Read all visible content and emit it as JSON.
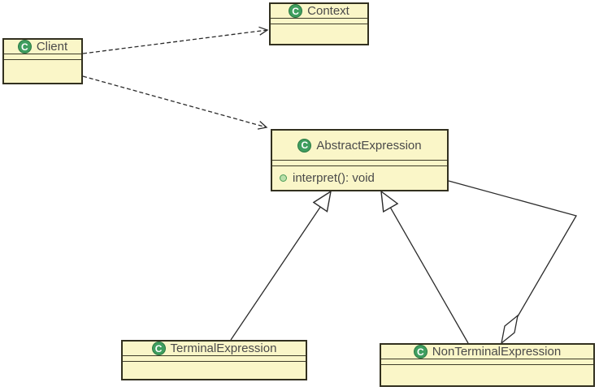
{
  "colors": {
    "canvas_bg": "#ffffff",
    "class_fill": "#faf6c8",
    "class_border": "#32301f",
    "compartment_line": "#3d3b28",
    "title_text": "#4a4a4a",
    "line_color": "#2b2b2b",
    "icon_green": "#3f9e5f",
    "icon_letter_color": "#ffffff",
    "method_icon_fill": "#badfa9",
    "method_icon_border": "#4a9b57"
  },
  "icons": {
    "class_letter": "C"
  },
  "classes": {
    "client": {
      "name": "Client"
    },
    "context": {
      "name": "Context"
    },
    "abstract_expression": {
      "name": "AbstractExpression",
      "methods": [
        {
          "label": "interpret(): void",
          "visibility": "public"
        }
      ]
    },
    "terminal_expression": {
      "name": "TerminalExpression"
    },
    "non_terminal_expression": {
      "name": "NonTerminalExpression"
    }
  },
  "relationships": [
    {
      "from": "Client",
      "to": "Context",
      "type": "dependency",
      "line": "dashed-open-arrow"
    },
    {
      "from": "Client",
      "to": "AbstractExpression",
      "type": "dependency",
      "line": "dashed-open-arrow"
    },
    {
      "from": "TerminalExpression",
      "to": "AbstractExpression",
      "type": "generalization",
      "line": "solid-hollow-triangle"
    },
    {
      "from": "NonTerminalExpression",
      "to": "AbstractExpression",
      "type": "generalization",
      "line": "solid-hollow-triangle"
    },
    {
      "from": "NonTerminalExpression",
      "to": "AbstractExpression",
      "type": "aggregation",
      "line": "solid-hollow-diamond"
    }
  ]
}
